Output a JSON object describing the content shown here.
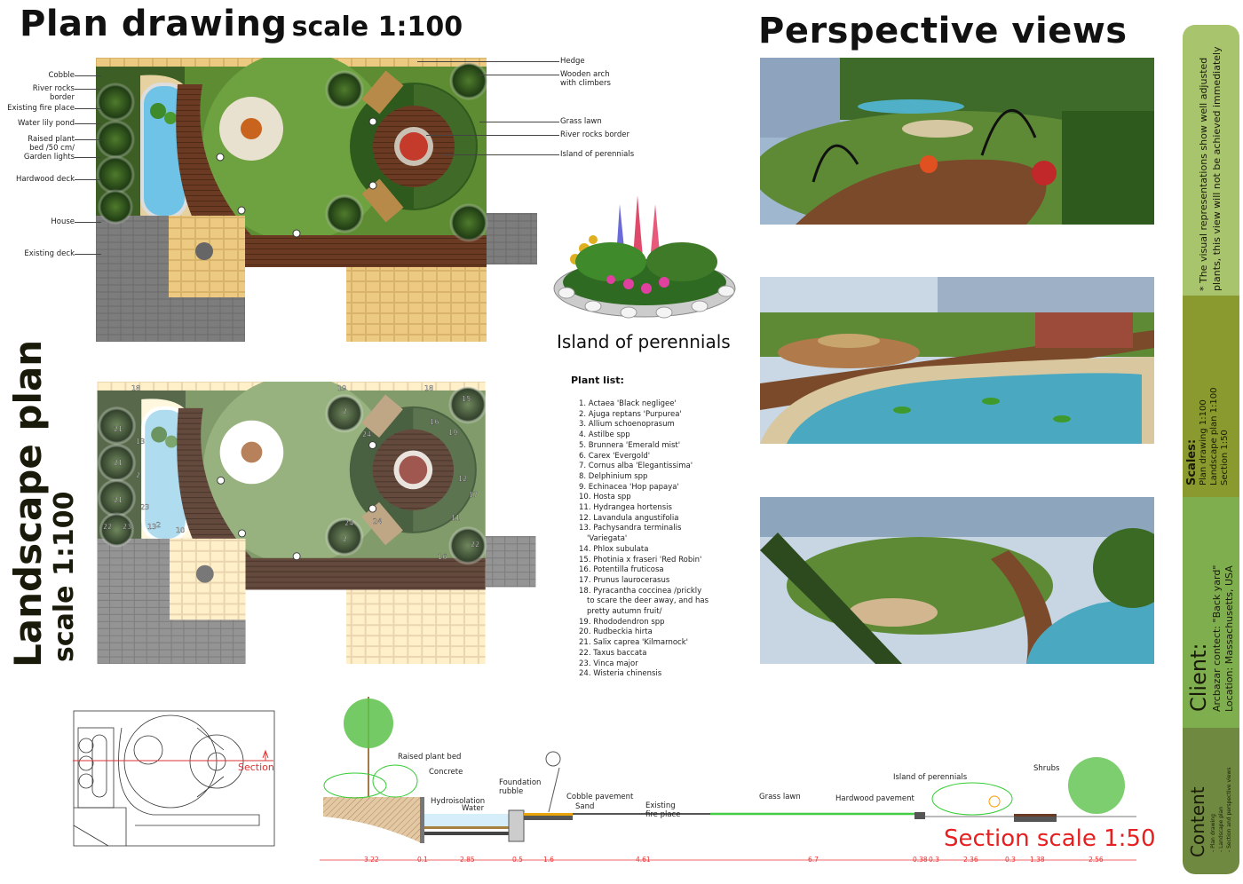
{
  "plan_drawing": {
    "title": "Plan drawing",
    "scale": "scale 1:100",
    "labels_left": [
      "Cobble",
      "River rocks border",
      "Existing fire place",
      "Water lily pond",
      "Raised plant bed /50 cm/",
      "Garden lights",
      "Hardwood deck",
      "House",
      "Existing deck"
    ],
    "labels_right": [
      "Hedge",
      "Wooden arch with climbers",
      "Grass lawn",
      "River rocks border",
      "Island of perennials"
    ]
  },
  "island": {
    "caption": "Island of perennials"
  },
  "landscape_plan": {
    "title": "Landscape plan",
    "scale": "scale 1:100",
    "markers": [
      "18",
      "19",
      "18",
      "15",
      "21",
      "13",
      "21",
      "2",
      "21",
      "23",
      "22",
      "23",
      "13",
      "10",
      "2",
      "24",
      "2",
      "24",
      "16",
      "19",
      "12",
      "17",
      "11",
      "24",
      "16",
      "22",
      "2"
    ]
  },
  "plant_list": {
    "title": "Plant list:",
    "items": [
      "1. Actaea 'Black negligee'",
      "2. Ajuga reptans 'Purpurea'",
      "3. Allium schoenoprasum",
      "4. Astilbe spp",
      "5. Brunnera 'Emerald mist'",
      "6. Carex 'Evergold'",
      "7. Cornus alba 'Elegantissima'",
      "8. Delphinium spp",
      "9. Echinacea 'Hop papaya'",
      "10.  Hosta spp",
      "11.  Hydrangea hortensis",
      "12.  Lavandula angustifolia",
      "13.  Pachysandra terminalis",
      "'Variegata'",
      "14.  Phlox subulata",
      "15.  Photinia x fraseri 'Red Robin'",
      "16.  Potentilla fruticosa",
      "17.  Prunus laurocerasus",
      "18.  Pyracantha coccinea  /prickly",
      "to scare the deer away, and has",
      "pretty autumn fruit/",
      "19.  Rhododendron spp",
      "20.  Rudbeckia hirta",
      "21.  Salix caprea 'Kilmarnock'",
      "22.  Taxus baccata",
      "23.  Vinca major",
      "24.  Wisteria chinensis"
    ]
  },
  "perspective": {
    "title": "Perspective views"
  },
  "sidebar": {
    "note": [
      "* The visual representations show well adjusted",
      "plants, this view will not be achieved immediately"
    ],
    "scales_title": "Scales:",
    "scales": [
      "Plan drawing 1:100",
      "Landscape plan 1:100",
      "Section 1:50"
    ],
    "client_title": "Client:",
    "client": [
      "Arcbazar contect: \"Back yard\"",
      "Location: Massachusetts, USA"
    ],
    "content_title": "Content",
    "content": [
      "- Plan drawing",
      "- Landscape plan",
      "- Section and perspective views"
    ],
    "colors": [
      "#a8c46c",
      "#8a9a2e",
      "#7fae4e",
      "#6f8a40"
    ]
  },
  "key_plan": {
    "section_label": "Section"
  },
  "section": {
    "title": "Section scale 1:50",
    "labels": [
      "Raised plant bed",
      "Concrete",
      "Hydroisolation",
      "Water",
      "Foundation rubble",
      "Cobble pavement",
      "Sand",
      "Existing fire place",
      "Grass lawn",
      "Hardwood pavement",
      "Island of perennials",
      "Shrubs"
    ],
    "dimensions": [
      "3.22",
      "0.1",
      "2.85",
      "0.5",
      "1.6",
      "4.61",
      "6.7",
      "0.38",
      "0.3",
      "2.36",
      "0.3",
      "1.38",
      "2.56"
    ]
  }
}
